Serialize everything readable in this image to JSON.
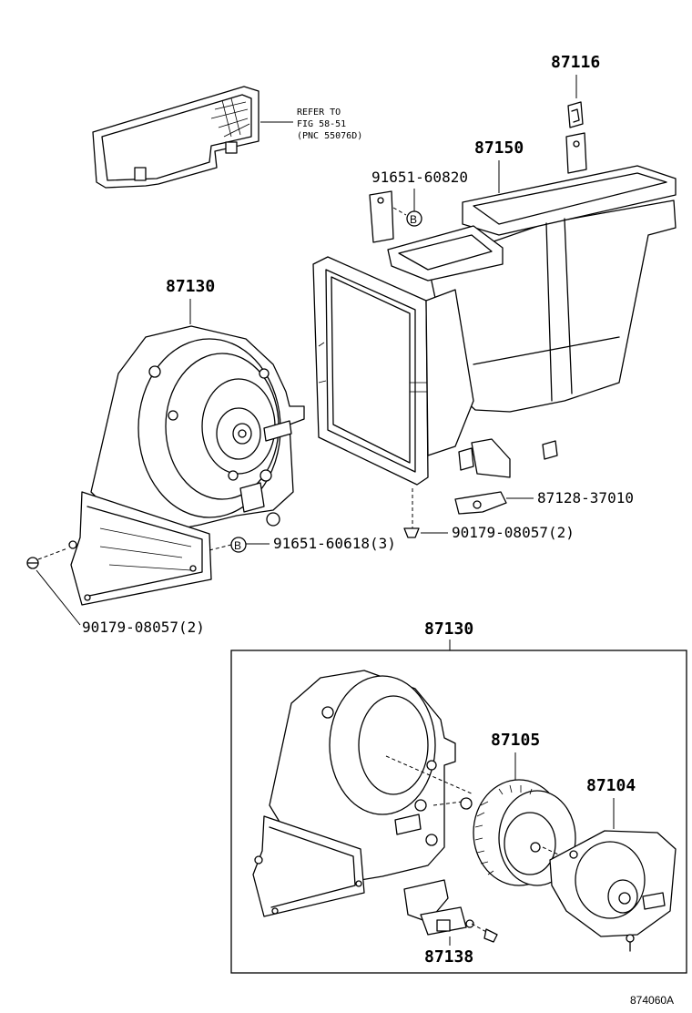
{
  "diagram": {
    "callouts": {
      "p87116": "87116",
      "p87150": "87150",
      "p91651_60820": "91651-60820",
      "p87130_top": "87130",
      "p87128": "87128-37010",
      "p90179_right": "90179-08057(2)",
      "p91651_60618": "91651-60618(3)",
      "p90179_left": "90179-08057(2)",
      "p87130_inset": "87130",
      "p87105": "87105",
      "p87104": "87104",
      "p87138": "87138"
    },
    "refer_note": {
      "line1": "REFER TO",
      "line2": "FIG 58-51",
      "line3": "(PNC 55076D)"
    },
    "markers": {
      "b_upper": "B",
      "b_lower": "B"
    },
    "figure_code": "874060A"
  }
}
